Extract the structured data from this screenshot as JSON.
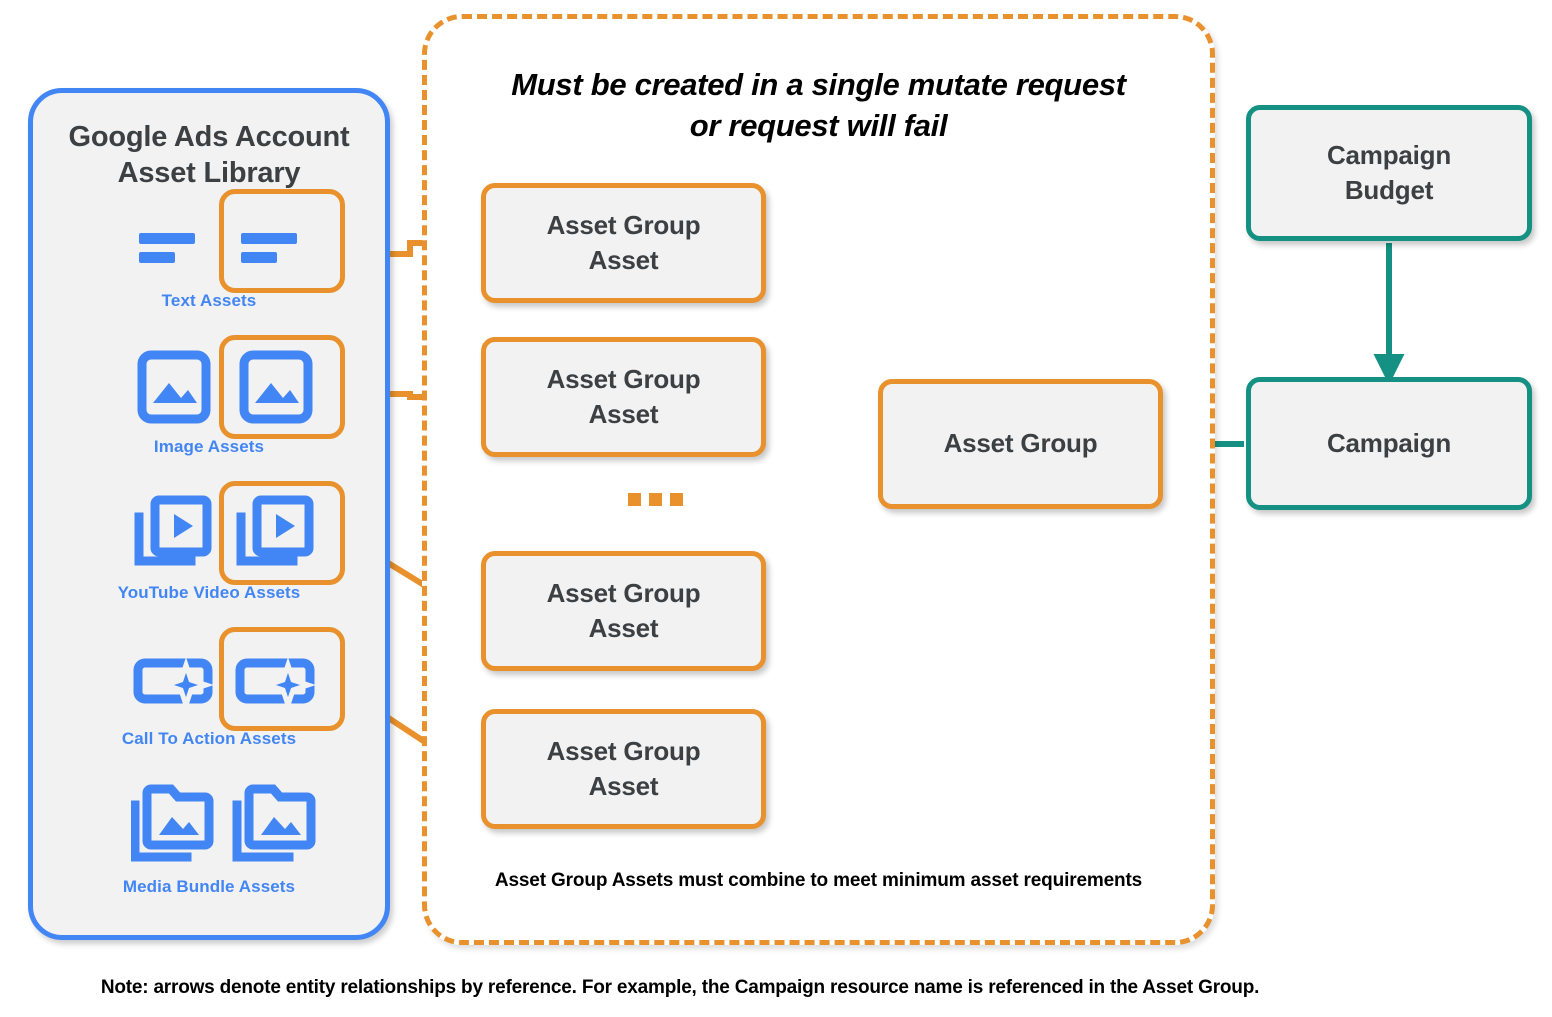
{
  "library": {
    "title": "Google Ads Account\nAsset Library",
    "title_line1": "Google Ads Account",
    "title_line2": "Asset Library",
    "accent_color": "#4285f4",
    "rows": [
      {
        "label": "Text Assets",
        "icon": "text-asset-icon",
        "highlighted": true
      },
      {
        "label": "Image Assets",
        "icon": "image-asset-icon",
        "highlighted": true
      },
      {
        "label": "YouTube Video  Assets",
        "icon": "youtube-video-asset-icon",
        "highlighted": true
      },
      {
        "label": "Call To Action Assets",
        "icon": "call-to-action-asset-icon",
        "highlighted": true
      },
      {
        "label": "Media Bundle  Assets",
        "icon": "media-bundle-asset-icon",
        "highlighted": false
      }
    ]
  },
  "mutate_box": {
    "title_line1": "Must be created in a single mutate request",
    "title_line2": "or request will fail",
    "footer": "Asset Group Assets must combine to meet minimum asset requirements",
    "border_color": "#e8912d",
    "border_style": "dashed"
  },
  "nodes": {
    "asset_group_assets": [
      {
        "label": "Asset Group\nAsset",
        "line1": "Asset Group",
        "line2": "Asset"
      },
      {
        "label": "Asset Group\nAsset",
        "line1": "Asset Group",
        "line2": "Asset"
      },
      {
        "label": "Asset Group\nAsset",
        "line1": "Asset Group",
        "line2": "Asset"
      },
      {
        "label": "Asset Group\nAsset",
        "line1": "Asset Group",
        "line2": "Asset"
      }
    ],
    "asset_group": {
      "label": "Asset Group",
      "color": "#e8912d"
    },
    "campaign_budget": {
      "line1": "Campaign",
      "line2": "Budget",
      "color": "#159183"
    },
    "campaign": {
      "label": "Campaign",
      "color": "#159183"
    }
  },
  "ellipsis": {
    "glyph": "...",
    "color": "#e8912d"
  },
  "bottom_note": "Note: arrows denote entity relationships by reference. For example, the Campaign resource name is referenced in the Asset Group.",
  "colors": {
    "orange": "#e8912d",
    "blue": "#4285f4",
    "teal": "#159183",
    "node_fill": "#f2f2f2",
    "text_dark": "#3c4043"
  }
}
